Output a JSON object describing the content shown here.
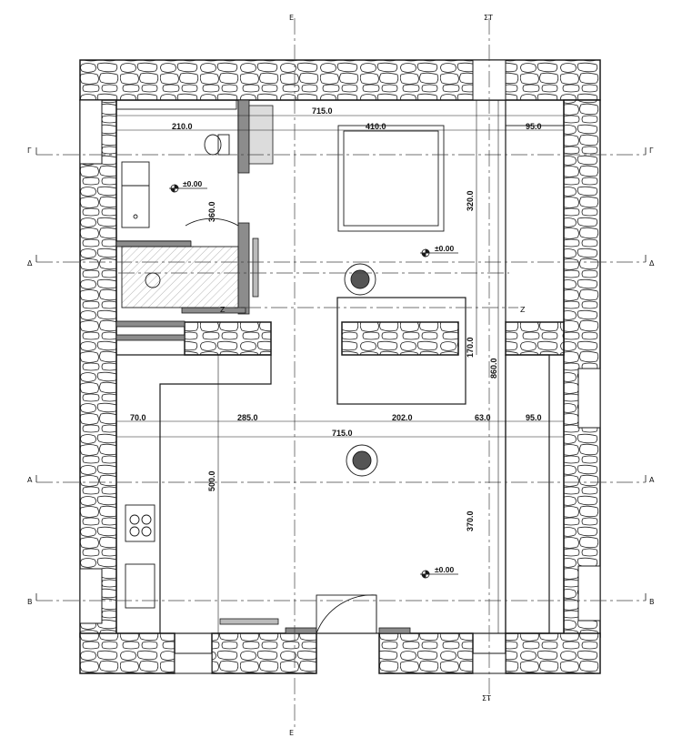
{
  "section_labels": {
    "gamma": "Γ",
    "delta": "Δ",
    "alpha": "Α",
    "beta": "Β",
    "epsilon": "Ε",
    "stigma": "ΣΤ",
    "zeta": "Ζ"
  },
  "dimensions": {
    "top_total": "715.0",
    "top_left": "210.0",
    "top_mid": "410.0",
    "top_right": "95.0",
    "bathroom_height": "360.0",
    "bed_height": "320.0",
    "mid_height": "170.0",
    "total_height": "860.0",
    "mid_row_1": "70.0",
    "mid_row_2": "285.0",
    "mid_row_3": "202.0",
    "mid_row_4": "63.0",
    "mid_row_5": "95.0",
    "mid_total": "715.0",
    "lower_left_height": "500.0",
    "lower_right_height": "370.0"
  },
  "levels": {
    "bathroom": "±0.00",
    "upper_room": "±0.00",
    "lower_room": "±0.00"
  },
  "colors": {
    "line": "#1a1a1a",
    "stone_fill": "#ffffff",
    "grey_wall": "#8c8c8c",
    "light_grey": "#dcdcdc",
    "axis": "#444444"
  }
}
